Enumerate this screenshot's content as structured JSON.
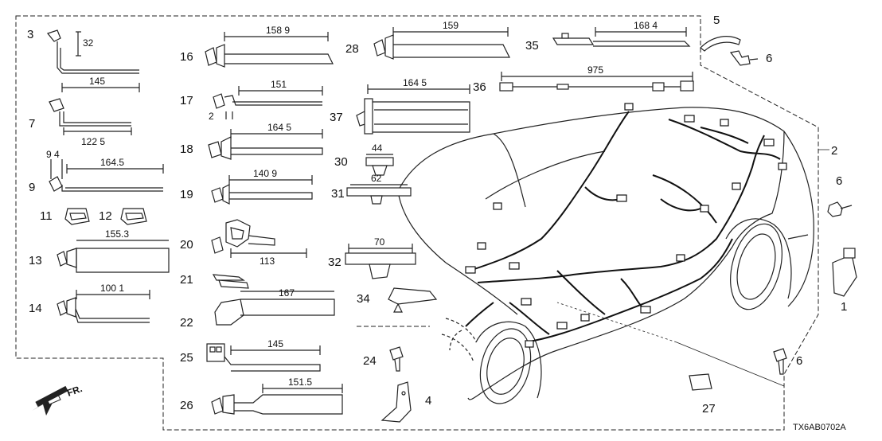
{
  "diagram_code": "TX6AB0702A",
  "direction_label": "FR.",
  "parts": [
    {
      "id": "p3",
      "callout": "3",
      "dims": [
        "32",
        "145"
      ]
    },
    {
      "id": "p7",
      "callout": "7",
      "dims": [
        "122 5"
      ]
    },
    {
      "id": "p9",
      "callout": "9",
      "dims": [
        "9 4",
        "164.5"
      ]
    },
    {
      "id": "p11",
      "callout": "11",
      "dims": []
    },
    {
      "id": "p12",
      "callout": "12",
      "dims": []
    },
    {
      "id": "p13",
      "callout": "13",
      "dims": [
        "155.3"
      ]
    },
    {
      "id": "p14",
      "callout": "14",
      "dims": [
        "100 1"
      ]
    },
    {
      "id": "p16",
      "callout": "16",
      "dims": [
        "158 9"
      ]
    },
    {
      "id": "p17",
      "callout": "17",
      "dims": [
        "151",
        "2"
      ]
    },
    {
      "id": "p18",
      "callout": "18",
      "dims": [
        "164 5"
      ]
    },
    {
      "id": "p19",
      "callout": "19",
      "dims": [
        "140 9"
      ]
    },
    {
      "id": "p20",
      "callout": "20",
      "dims": [
        "113"
      ]
    },
    {
      "id": "p21",
      "callout": "21",
      "dims": []
    },
    {
      "id": "p22",
      "callout": "22",
      "dims": [
        "167"
      ]
    },
    {
      "id": "p25",
      "callout": "25",
      "dims": [
        "145"
      ]
    },
    {
      "id": "p26",
      "callout": "26",
      "dims": [
        "151.5"
      ]
    },
    {
      "id": "p28",
      "callout": "28",
      "dims": [
        "159"
      ]
    },
    {
      "id": "p35",
      "callout": "35",
      "dims": [
        "168 4"
      ]
    },
    {
      "id": "p36",
      "callout": "36",
      "dims": [
        "975"
      ]
    },
    {
      "id": "p37",
      "callout": "37",
      "dims": [
        "164 5"
      ]
    },
    {
      "id": "p30",
      "callout": "30",
      "dims": [
        "44"
      ]
    },
    {
      "id": "p31",
      "callout": "31",
      "dims": [
        "62"
      ]
    },
    {
      "id": "p32",
      "callout": "32",
      "dims": [
        "70"
      ]
    },
    {
      "id": "p34",
      "callout": "34",
      "dims": []
    },
    {
      "id": "p5",
      "callout": "5",
      "dims": []
    },
    {
      "id": "p6a",
      "callout": "6",
      "dims": []
    },
    {
      "id": "p2",
      "callout": "2",
      "dims": []
    },
    {
      "id": "p6b",
      "callout": "6",
      "dims": []
    },
    {
      "id": "p1",
      "callout": "1",
      "dims": []
    },
    {
      "id": "p24",
      "callout": "24",
      "dims": []
    },
    {
      "id": "p4",
      "callout": "4",
      "dims": []
    },
    {
      "id": "p6c",
      "callout": "6",
      "dims": []
    },
    {
      "id": "p27",
      "callout": "27",
      "dims": []
    }
  ]
}
